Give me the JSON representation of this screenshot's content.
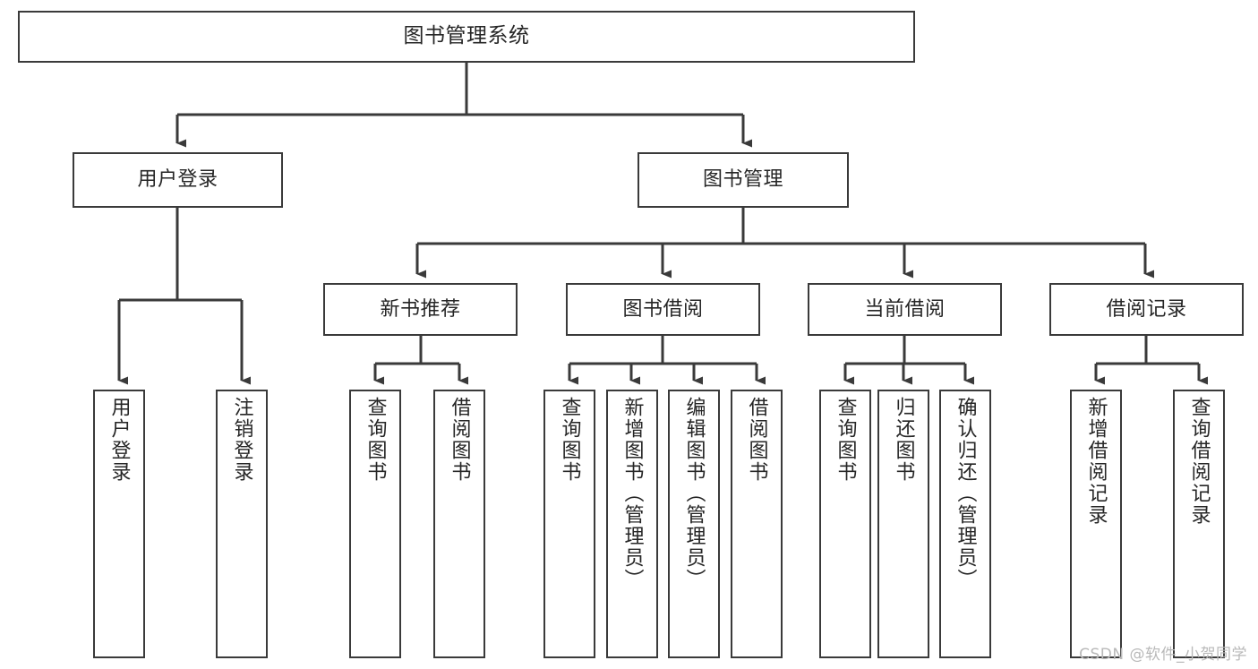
{
  "diagram": {
    "title": "图书管理系统",
    "type": "tree",
    "watermark": "CSDN @软件_小贺同学",
    "colors": {
      "stroke": "#3a3a3a",
      "fill": "#ffffff",
      "text": "#262626",
      "watermark": "#b9b9b9"
    },
    "nodes": {
      "root": {
        "label": "图书管理系统"
      },
      "level1": [
        {
          "id": "user-login",
          "label": "用户登录"
        },
        {
          "id": "book-manage",
          "label": "图书管理"
        }
      ],
      "level2": [
        {
          "id": "new-book-rec",
          "label": "新书推荐"
        },
        {
          "id": "book-borrow",
          "label": "图书借阅"
        },
        {
          "id": "current-borrow",
          "label": "当前借阅"
        },
        {
          "id": "borrow-record",
          "label": "借阅记录"
        }
      ],
      "leaves": {
        "user-login": [
          {
            "id": "leaf-user-login",
            "label": "用户登录"
          },
          {
            "id": "leaf-logout",
            "label": "注销登录"
          }
        ],
        "new-book-rec": [
          {
            "id": "leaf-query-book-1",
            "label": "查询图书"
          },
          {
            "id": "leaf-borrow-book-1",
            "label": "借阅图书"
          }
        ],
        "book-borrow": [
          {
            "id": "leaf-query-book-2",
            "label": "查询图书"
          },
          {
            "id": "leaf-add-book",
            "label": "新增图书（管理员）"
          },
          {
            "id": "leaf-edit-book",
            "label": "编辑图书（管理员）"
          },
          {
            "id": "leaf-borrow-book-2",
            "label": "借阅图书"
          }
        ],
        "current-borrow": [
          {
            "id": "leaf-query-book-3",
            "label": "查询图书"
          },
          {
            "id": "leaf-return-book",
            "label": "归还图书"
          },
          {
            "id": "leaf-confirm-return",
            "label": "确认归还（管理员）"
          }
        ],
        "borrow-record": [
          {
            "id": "leaf-add-record",
            "label": "新增借阅记录"
          },
          {
            "id": "leaf-query-record",
            "label": "查询借阅记录"
          }
        ]
      }
    }
  }
}
